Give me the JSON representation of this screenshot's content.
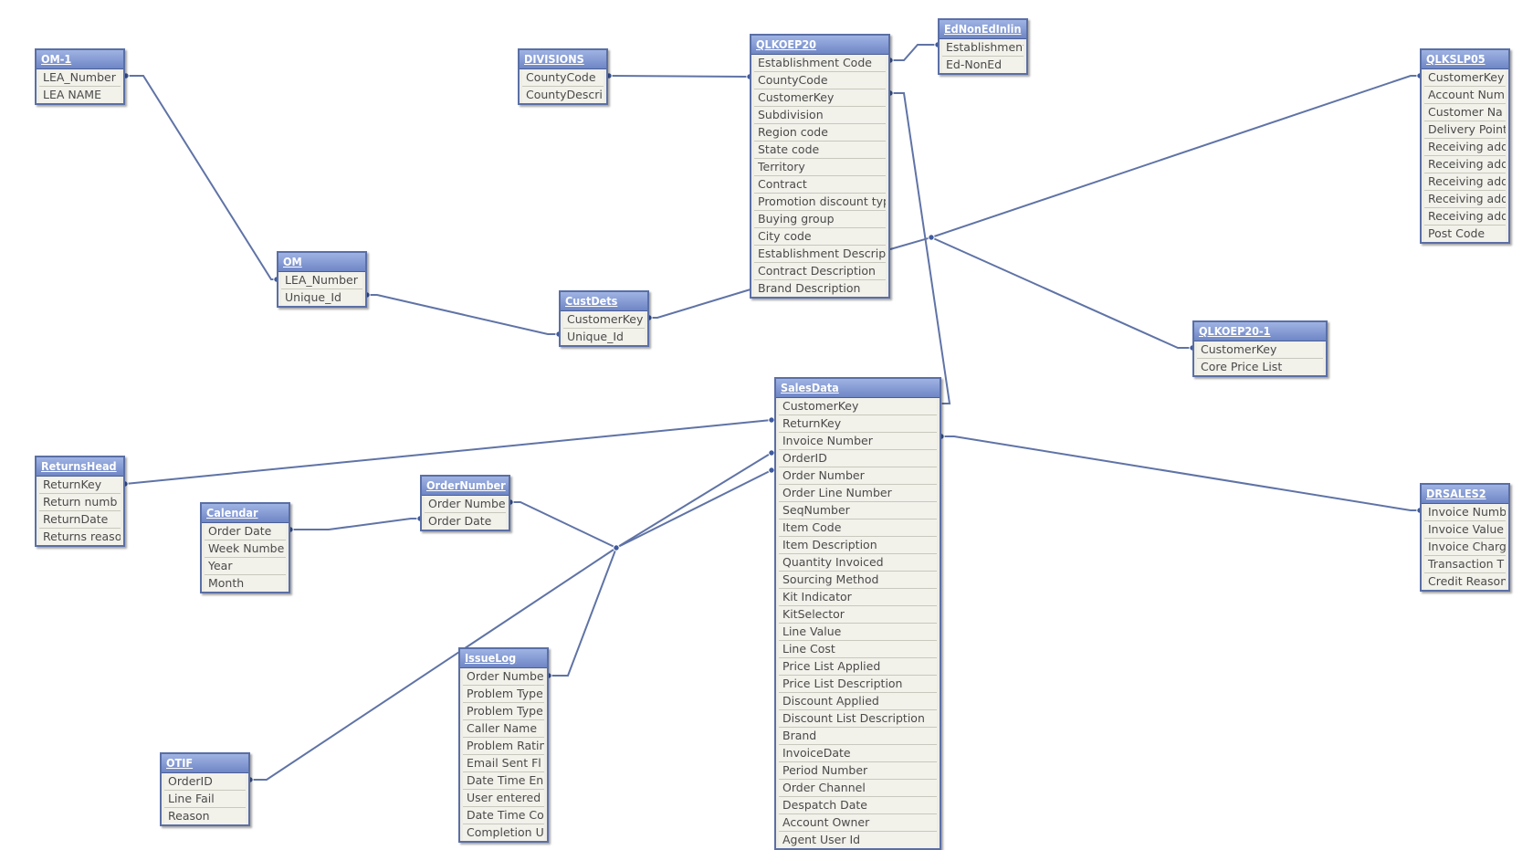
{
  "tables": [
    {
      "id": "om1",
      "title": "OM-1",
      "fields": [
        "LEA_Number",
        "LEA NAME"
      ]
    },
    {
      "id": "om",
      "title": "OM",
      "fields": [
        "LEA_Number",
        "Unique_Id"
      ]
    },
    {
      "id": "divisions",
      "title": "DIVISIONS",
      "fields": [
        "CountyCode",
        "CountyDescri"
      ]
    },
    {
      "id": "custdets",
      "title": "CustDets",
      "fields": [
        "CustomerKey",
        "Unique_Id"
      ]
    },
    {
      "id": "qlkoep20",
      "title": "QLKOEP20",
      "fields": [
        "Establishment Code",
        "CountyCode",
        "CustomerKey",
        "Subdivision",
        "Region code",
        "State code",
        "Territory",
        "Contract",
        "Promotion discount typ",
        "Buying group",
        "City code",
        "Establishment Descripti",
        "Contract Description",
        "Brand Description"
      ]
    },
    {
      "id": "ednonedinlin",
      "title": "EdNonEdInlin",
      "fields": [
        "Establishment",
        "Ed-NonEd"
      ]
    },
    {
      "id": "qlkslp05",
      "title": "QLKSLP05",
      "fields": [
        "CustomerKey",
        "Account Num",
        "Customer Na",
        "Delivery Point",
        "Receiving add",
        "Receiving add",
        "Receiving add",
        "Receiving add",
        "Receiving add",
        "Post Code"
      ]
    },
    {
      "id": "qlkoep20_1",
      "title": "QLKOEP20-1",
      "fields": [
        "CustomerKey",
        "Core Price List"
      ]
    },
    {
      "id": "salesdata",
      "title": "SalesData",
      "fields": [
        "CustomerKey",
        "ReturnKey",
        "Invoice Number",
        "OrderID",
        "Order Number",
        "Order Line Number",
        "SeqNumber",
        "Item Code",
        "Item Description",
        "Quantity Invoiced",
        "Sourcing Method",
        "Kit Indicator",
        "KitSelector",
        "Line Value",
        "Line Cost",
        "Price List Applied",
        "Price List Description",
        "Discount Applied",
        "Discount List Description",
        "Brand",
        "InvoiceDate",
        "Period Number",
        "Order Channel",
        "Despatch Date",
        "Account Owner",
        "Agent User Id"
      ]
    },
    {
      "id": "returnshead",
      "title": "ReturnsHead",
      "fields": [
        "ReturnKey",
        "Return numb",
        "ReturnDate",
        "Returns reaso"
      ]
    },
    {
      "id": "calendar",
      "title": "Calendar",
      "fields": [
        "Order Date",
        "Week Numbe",
        "Year",
        "Month"
      ]
    },
    {
      "id": "ordernumber",
      "title": "OrderNumber",
      "fields": [
        "Order Numbe",
        "Order Date"
      ]
    },
    {
      "id": "issuelog",
      "title": "IssueLog",
      "fields": [
        "Order Numbe",
        "Problem Type",
        "Problem Type",
        "Caller Name",
        "Problem Ratin",
        "Email Sent Fl",
        "Date Time En",
        "User entered",
        "Date Time Co",
        "Completion U"
      ]
    },
    {
      "id": "otif",
      "title": "OTIF",
      "fields": [
        "OrderID",
        "Line Fail",
        "Reason"
      ]
    },
    {
      "id": "drsales2",
      "title": "DRSALES2",
      "fields": [
        "Invoice Numb",
        "Invoice Value",
        "Invoice Charg",
        "Transaction T",
        "Credit Reason"
      ]
    }
  ]
}
